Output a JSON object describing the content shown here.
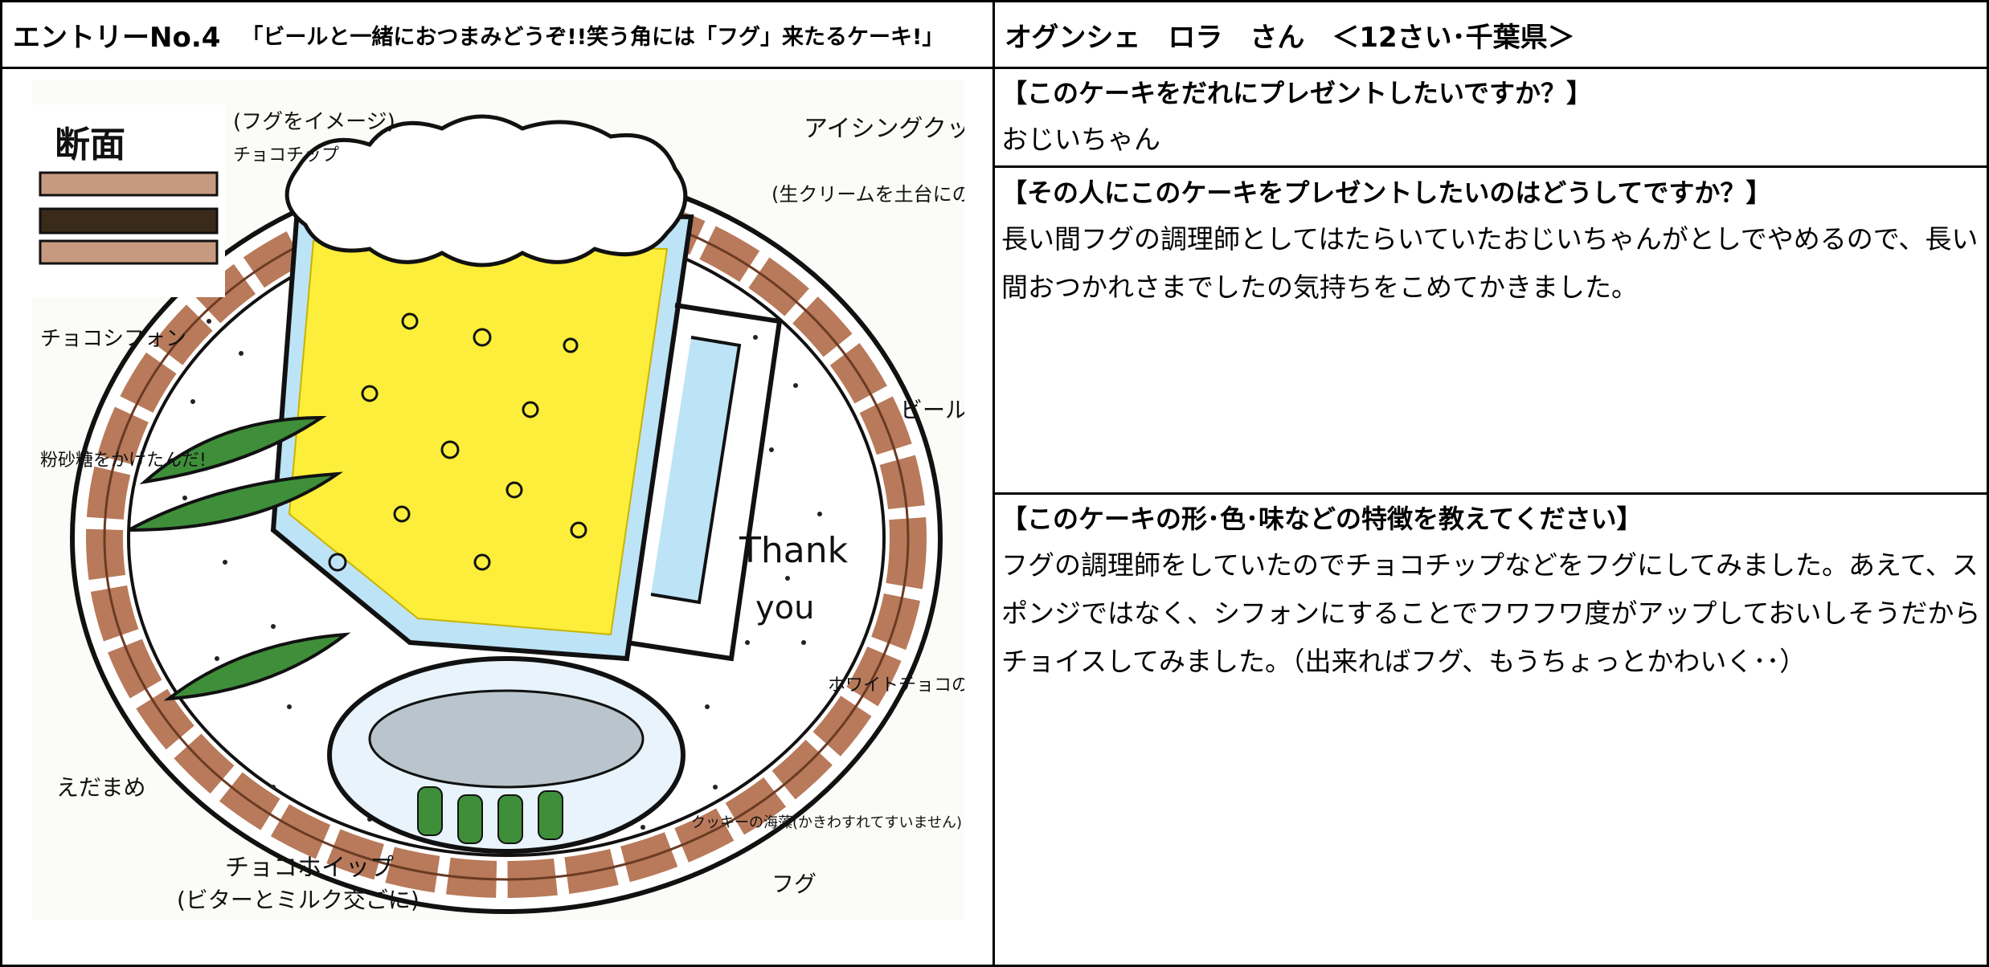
{
  "header": {
    "entry_no": "エントリーNo.4",
    "entry_title": "「ビールと一緒におつまみどうぞ!!笑う角には「フグ」来たるケーキ!」",
    "author": "オグンシェ　ロラ　さん　＜12さい･千葉県＞"
  },
  "questions": [
    {
      "question": "【このケーキをだれにプレゼントしたいですか？】",
      "answer": "おじいちゃん"
    },
    {
      "question": "【その人にこのケーキをプレゼントしたいのはどうしてですか？】",
      "answer": "長い間フグの調理師としてはたらいていたおじいちゃんがとしでやめるので、長い間おつかれさまでしたの気持ちをこめてかきました。"
    },
    {
      "question": "【このケーキの形･色･味などの特徴を教えてください】",
      "answer": "フグの調理師をしていたのでチョコチップなどをフグにしてみました。あえて、スポンジではなく、シフォンにすることでフワフワ度がアップしておいしそうだからチョイスしてみました。（出来ればフグ、もうちょっとかわいく･･）"
    }
  ],
  "drawing": {
    "labels": {
      "cross_section": "断面",
      "fugu_image": "(フグをイメージ)",
      "choco_chip": "チョコチップ",
      "icing_cookie": "アイシングクッキー",
      "cream_base": "(生クリームを土台にのせる)",
      "beer": "ビール",
      "choco_chiffon": "チョコシフォン",
      "powdered_sugar": "粉砂糖をかけたんだ!",
      "thank_you_1": "Thank",
      "thank_you_2": "you",
      "white_choco_pen": "ホワイトチョコのペンで",
      "edamame": "えだまめ",
      "choco_whip": "チョコホイップ",
      "choco_whip_note": "(ビターとミルク交ごに)",
      "fugu": "フグ",
      "cookie_note": "クッキーの海藻(かきわすれてすいません)"
    }
  },
  "colors": {
    "beer": "#fcee3a",
    "foam": "#ffffff",
    "edamame": "#3f8f3a",
    "whip_brown": "#b87a5a",
    "blue": "#7fc3ee",
    "plate_outline": "#111111"
  }
}
